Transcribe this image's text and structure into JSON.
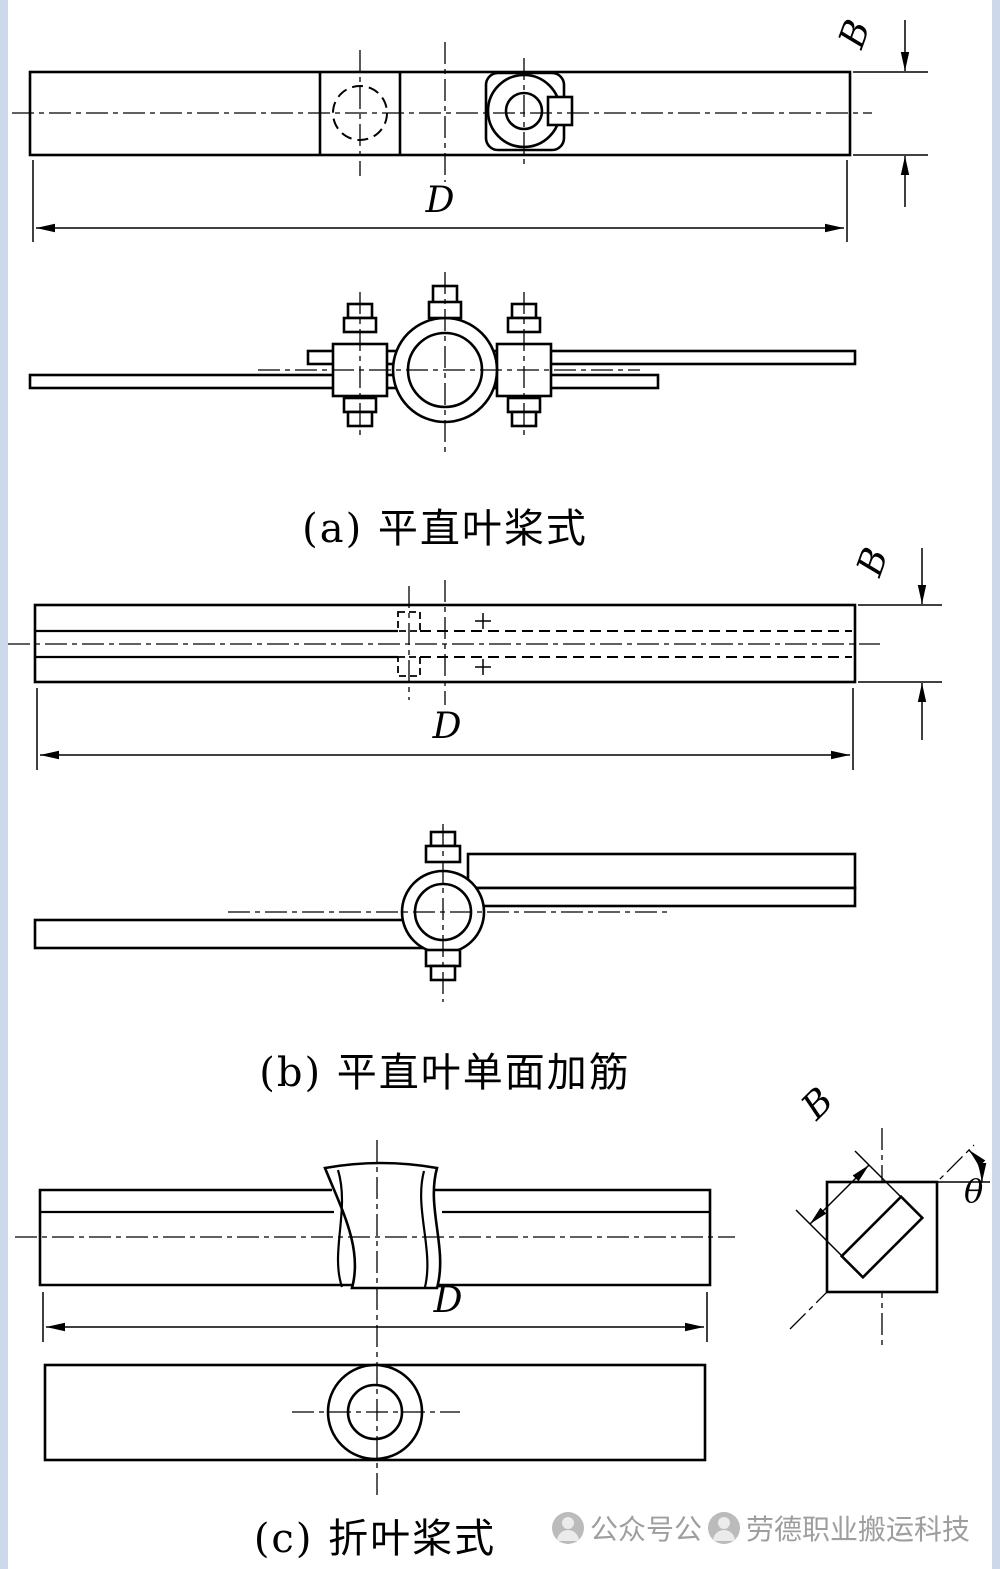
{
  "page": {
    "edge_color": "#cdd9eb",
    "background": "#ffffff"
  },
  "labels": {
    "dim_B": "B",
    "dim_D": "D",
    "angle_theta": "θ"
  },
  "sections": [
    {
      "caption": "(a) 平直叶桨式"
    },
    {
      "caption": "(b) 平直叶单面加筋"
    },
    {
      "caption": "(c) 折叶桨式"
    }
  ],
  "watermark": {
    "text_left": "公众号公",
    "text_right": "劳德职业搬运科技"
  }
}
